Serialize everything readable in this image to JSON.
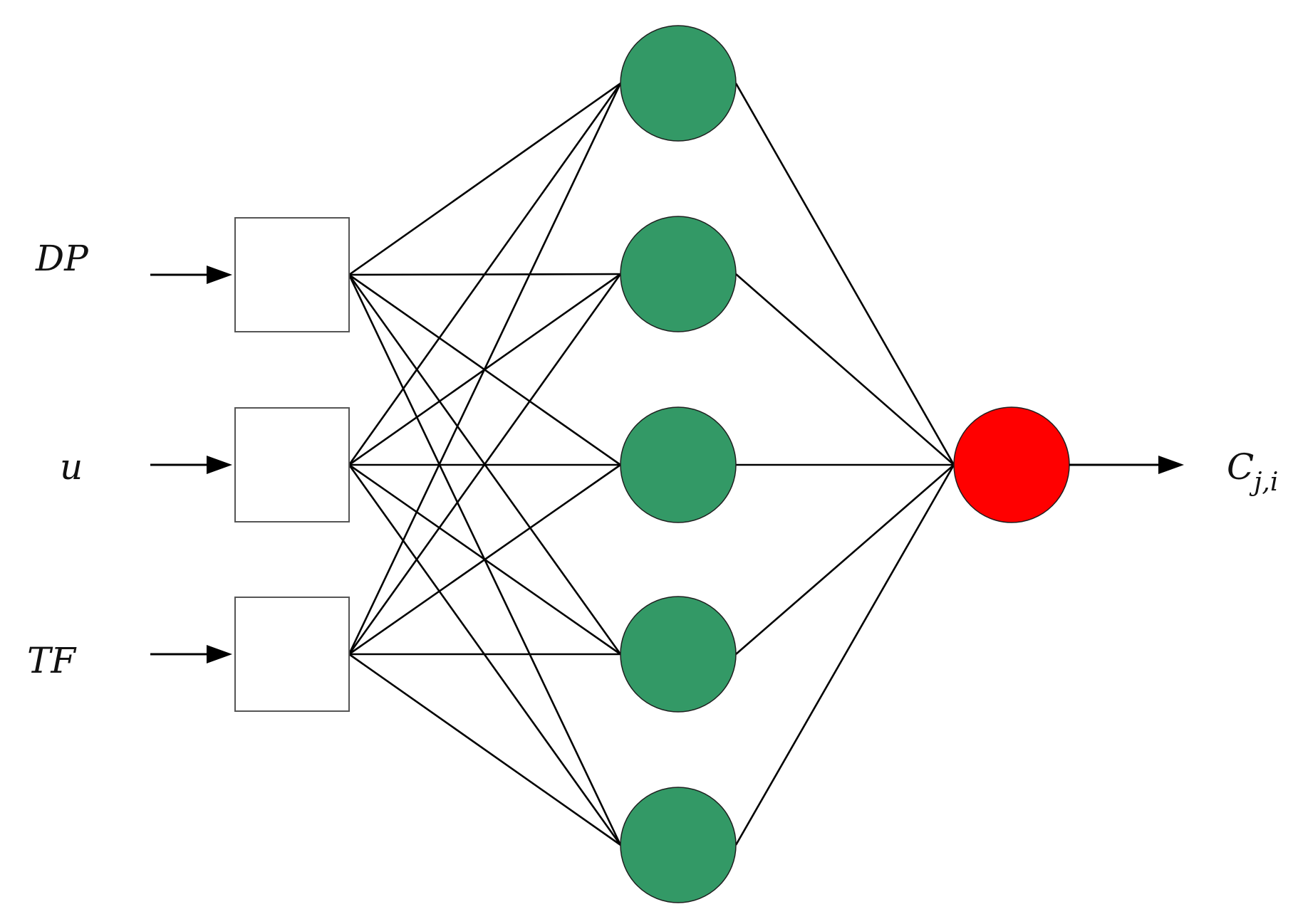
{
  "diagram": {
    "inputs": [
      {
        "label": "DP"
      },
      {
        "label": "u"
      },
      {
        "label": "TF"
      }
    ],
    "hidden_layer": {
      "node_count": 5,
      "color": "#339966"
    },
    "output": {
      "color": "#ff0000",
      "label_main": "C",
      "label_sub": "j,i"
    },
    "colors": {
      "edge": "#000000",
      "box_fill": "#ffffff",
      "box_stroke": "#555555"
    }
  }
}
